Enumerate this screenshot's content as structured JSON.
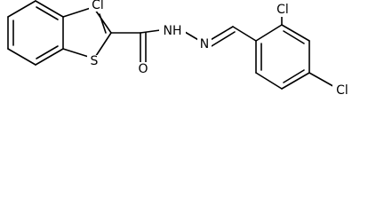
{
  "molecule": {
    "atoms": {
      "cl_top": "Cl",
      "sulfur": "S",
      "nh": "NH",
      "n": "N",
      "oxygen": "O",
      "cl_ortho": "Cl",
      "cl_para": "Cl"
    }
  }
}
